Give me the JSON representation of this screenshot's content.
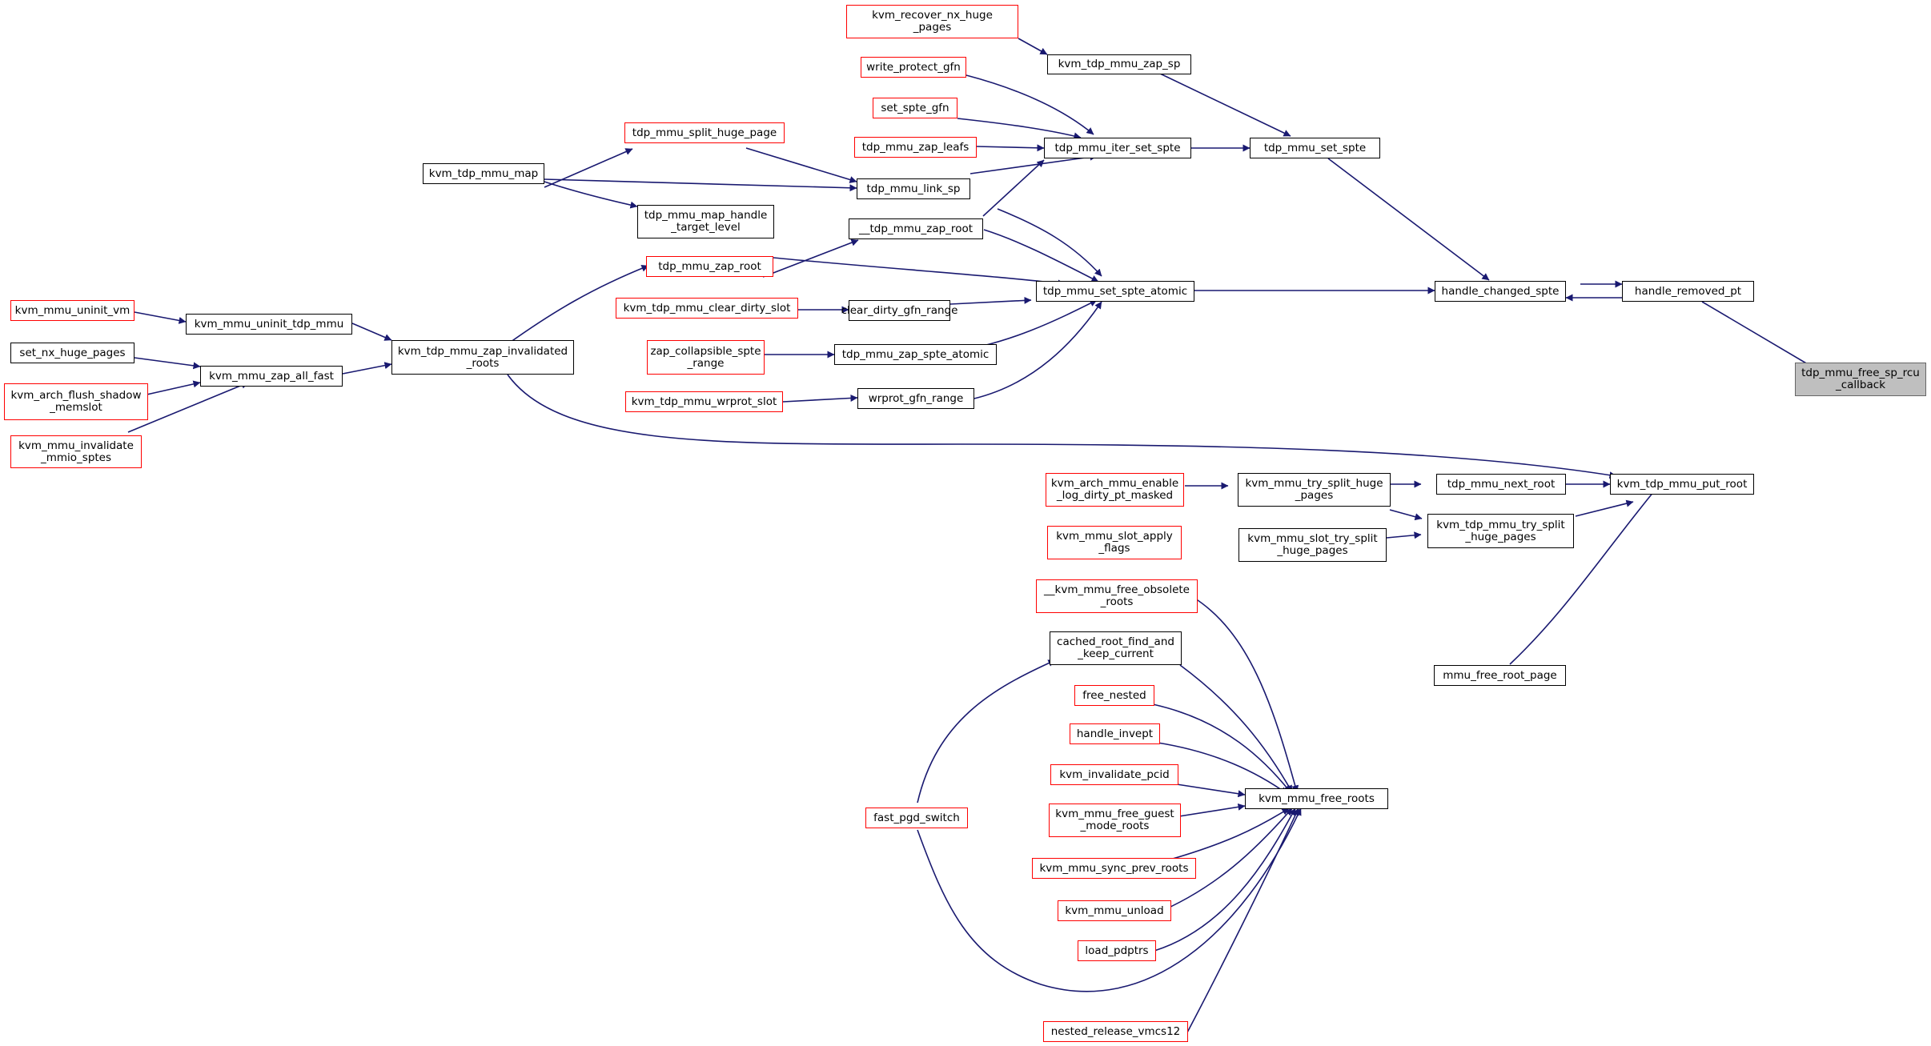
{
  "graph": {
    "focus_node": "tdp_mmu_free_sp_rcu_callback",
    "colors": {
      "edge": "#191970",
      "reference_border": "#ff0000",
      "normal_border": "#000000",
      "focus_fill": "#bfbfbf"
    },
    "nodes": [
      {
        "id": "n_recover",
        "label": "kvm_recover_nx_huge\n_pages",
        "style": "r"
      },
      {
        "id": "n_zap_sp",
        "label": "kvm_tdp_mmu_zap_sp",
        "style": "k"
      },
      {
        "id": "n_wpgfn",
        "label": "write_protect_gfn",
        "style": "r"
      },
      {
        "id": "n_setgfn",
        "label": "set_spte_gfn",
        "style": "r"
      },
      {
        "id": "n_split_huge",
        "label": "tdp_mmu_split_huge_page",
        "style": "r"
      },
      {
        "id": "n_zap_leafs",
        "label": "tdp_mmu_zap_leafs",
        "style": "r"
      },
      {
        "id": "n_iter_set",
        "label": "tdp_mmu_iter_set_spte",
        "style": "k"
      },
      {
        "id": "n_set_spte",
        "label": "tdp_mmu_set_spte",
        "style": "k"
      },
      {
        "id": "n_map",
        "label": "kvm_tdp_mmu_map",
        "style": "k"
      },
      {
        "id": "n_link_sp",
        "label": "tdp_mmu_link_sp",
        "style": "k"
      },
      {
        "id": "n_map_handle",
        "label": "tdp_mmu_map_handle\n_target_level",
        "style": "k"
      },
      {
        "id": "n_uzap_root",
        "label": "__tdp_mmu_zap_root",
        "style": "k"
      },
      {
        "id": "n_zap_root",
        "label": "tdp_mmu_zap_root",
        "style": "r"
      },
      {
        "id": "n_atomic",
        "label": "tdp_mmu_set_spte_atomic",
        "style": "k"
      },
      {
        "id": "n_changed",
        "label": "handle_changed_spte",
        "style": "k"
      },
      {
        "id": "n_removed",
        "label": "handle_removed_pt",
        "style": "k"
      },
      {
        "id": "n_clear_slot",
        "label": "kvm_tdp_mmu_clear_dirty_slot",
        "style": "r"
      },
      {
        "id": "n_clear_range",
        "label": "clear_dirty_gfn_range",
        "style": "k"
      },
      {
        "id": "n_uninit_vm",
        "label": "kvm_mmu_uninit_vm",
        "style": "r"
      },
      {
        "id": "n_uninit_tdp",
        "label": "kvm_mmu_uninit_tdp_mmu",
        "style": "k"
      },
      {
        "id": "n_set_nx",
        "label": "set_nx_huge_pages",
        "style": "k"
      },
      {
        "id": "n_zap_all",
        "label": "kvm_mmu_zap_all_fast",
        "style": "k"
      },
      {
        "id": "n_zap_inv",
        "label": "kvm_tdp_mmu_zap_invalidated\n_roots",
        "style": "k"
      },
      {
        "id": "n_collapsible",
        "label": "zap_collapsible_spte\n_range",
        "style": "r"
      },
      {
        "id": "n_zap_atomic",
        "label": "tdp_mmu_zap_spte_atomic",
        "style": "k"
      },
      {
        "id": "n_flush_shadow",
        "label": "kvm_arch_flush_shadow\n_memslot",
        "style": "r"
      },
      {
        "id": "n_free_sp",
        "label": "tdp_mmu_free_sp_rcu\n_callback",
        "style": "g"
      },
      {
        "id": "n_wrprot_slot",
        "label": "kvm_tdp_mmu_wrprot_slot",
        "style": "r"
      },
      {
        "id": "n_wrprot_range",
        "label": "wrprot_gfn_range",
        "style": "k"
      },
      {
        "id": "n_invalidate_mmio",
        "label": "kvm_mmu_invalidate\n_mmio_sptes",
        "style": "r"
      },
      {
        "id": "n_next_root",
        "label": "tdp_mmu_next_root",
        "style": "k"
      },
      {
        "id": "n_put_root",
        "label": "kvm_tdp_mmu_put_root",
        "style": "k"
      },
      {
        "id": "n_enable_log",
        "label": "kvm_arch_mmu_enable\n_log_dirty_pt_masked",
        "style": "r"
      },
      {
        "id": "n_try_split_huge",
        "label": "kvm_mmu_try_split_huge\n_pages",
        "style": "k"
      },
      {
        "id": "n_tdp_try_split",
        "label": "kvm_tdp_mmu_try_split\n_huge_pages",
        "style": "k"
      },
      {
        "id": "n_slot_apply",
        "label": "kvm_mmu_slot_apply\n_flags",
        "style": "r"
      },
      {
        "id": "n_slot_try_split",
        "label": "kvm_mmu_slot_try_split\n_huge_pages",
        "style": "k"
      },
      {
        "id": "n_free_obsolete",
        "label": "__kvm_mmu_free_obsolete\n_roots",
        "style": "r"
      },
      {
        "id": "n_cached_root",
        "label": "cached_root_find_and\n_keep_current",
        "style": "k"
      },
      {
        "id": "n_free_root_page",
        "label": "mmu_free_root_page",
        "style": "k"
      },
      {
        "id": "n_free_nested",
        "label": "free_nested",
        "style": "r"
      },
      {
        "id": "n_handle_invept",
        "label": "handle_invept",
        "style": "r"
      },
      {
        "id": "n_inv_pcid",
        "label": "kvm_invalidate_pcid",
        "style": "r"
      },
      {
        "id": "n_free_guest",
        "label": "kvm_mmu_free_guest\n_mode_roots",
        "style": "r"
      },
      {
        "id": "n_free_roots",
        "label": "kvm_mmu_free_roots",
        "style": "k"
      },
      {
        "id": "n_fast_pgd",
        "label": "fast_pgd_switch",
        "style": "r"
      },
      {
        "id": "n_sync_prev",
        "label": "kvm_mmu_sync_prev_roots",
        "style": "r"
      },
      {
        "id": "n_unload",
        "label": "kvm_mmu_unload",
        "style": "r"
      },
      {
        "id": "n_load_pdptrs",
        "label": "load_pdptrs",
        "style": "r"
      },
      {
        "id": "n_release_vmcs12",
        "label": "nested_release_vmcs12",
        "style": "r"
      }
    ]
  }
}
